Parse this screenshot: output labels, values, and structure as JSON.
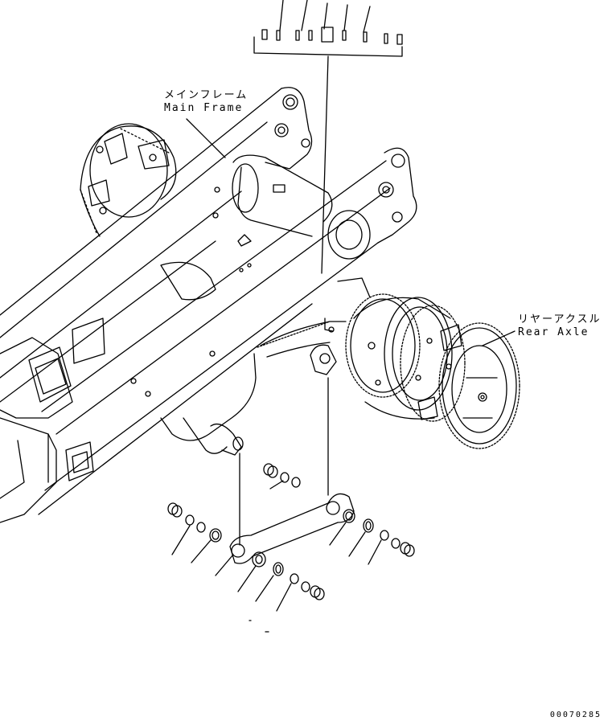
{
  "labels": {
    "main_frame_jp": "メインフレーム",
    "main_frame_en": "Main Frame",
    "rear_axle_jp": "リヤーアクスル",
    "rear_axle_en": "Rear Axle"
  },
  "document_number": "00070285",
  "colors": {
    "line": "#000000",
    "background": "#ffffff"
  }
}
